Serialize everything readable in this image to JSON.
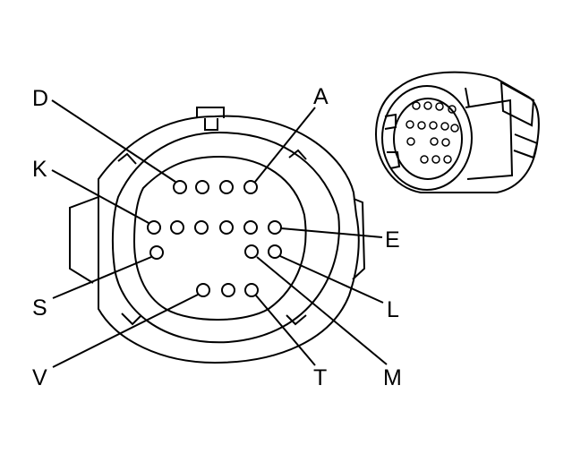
{
  "diagram": {
    "pin_labels": {
      "D": "D",
      "A": "A",
      "K": "K",
      "E": "E",
      "S": "S",
      "L": "L",
      "V": "V",
      "T": "T",
      "M": "M"
    },
    "colors": {
      "ink": "#000000",
      "background": "#ffffff"
    }
  }
}
